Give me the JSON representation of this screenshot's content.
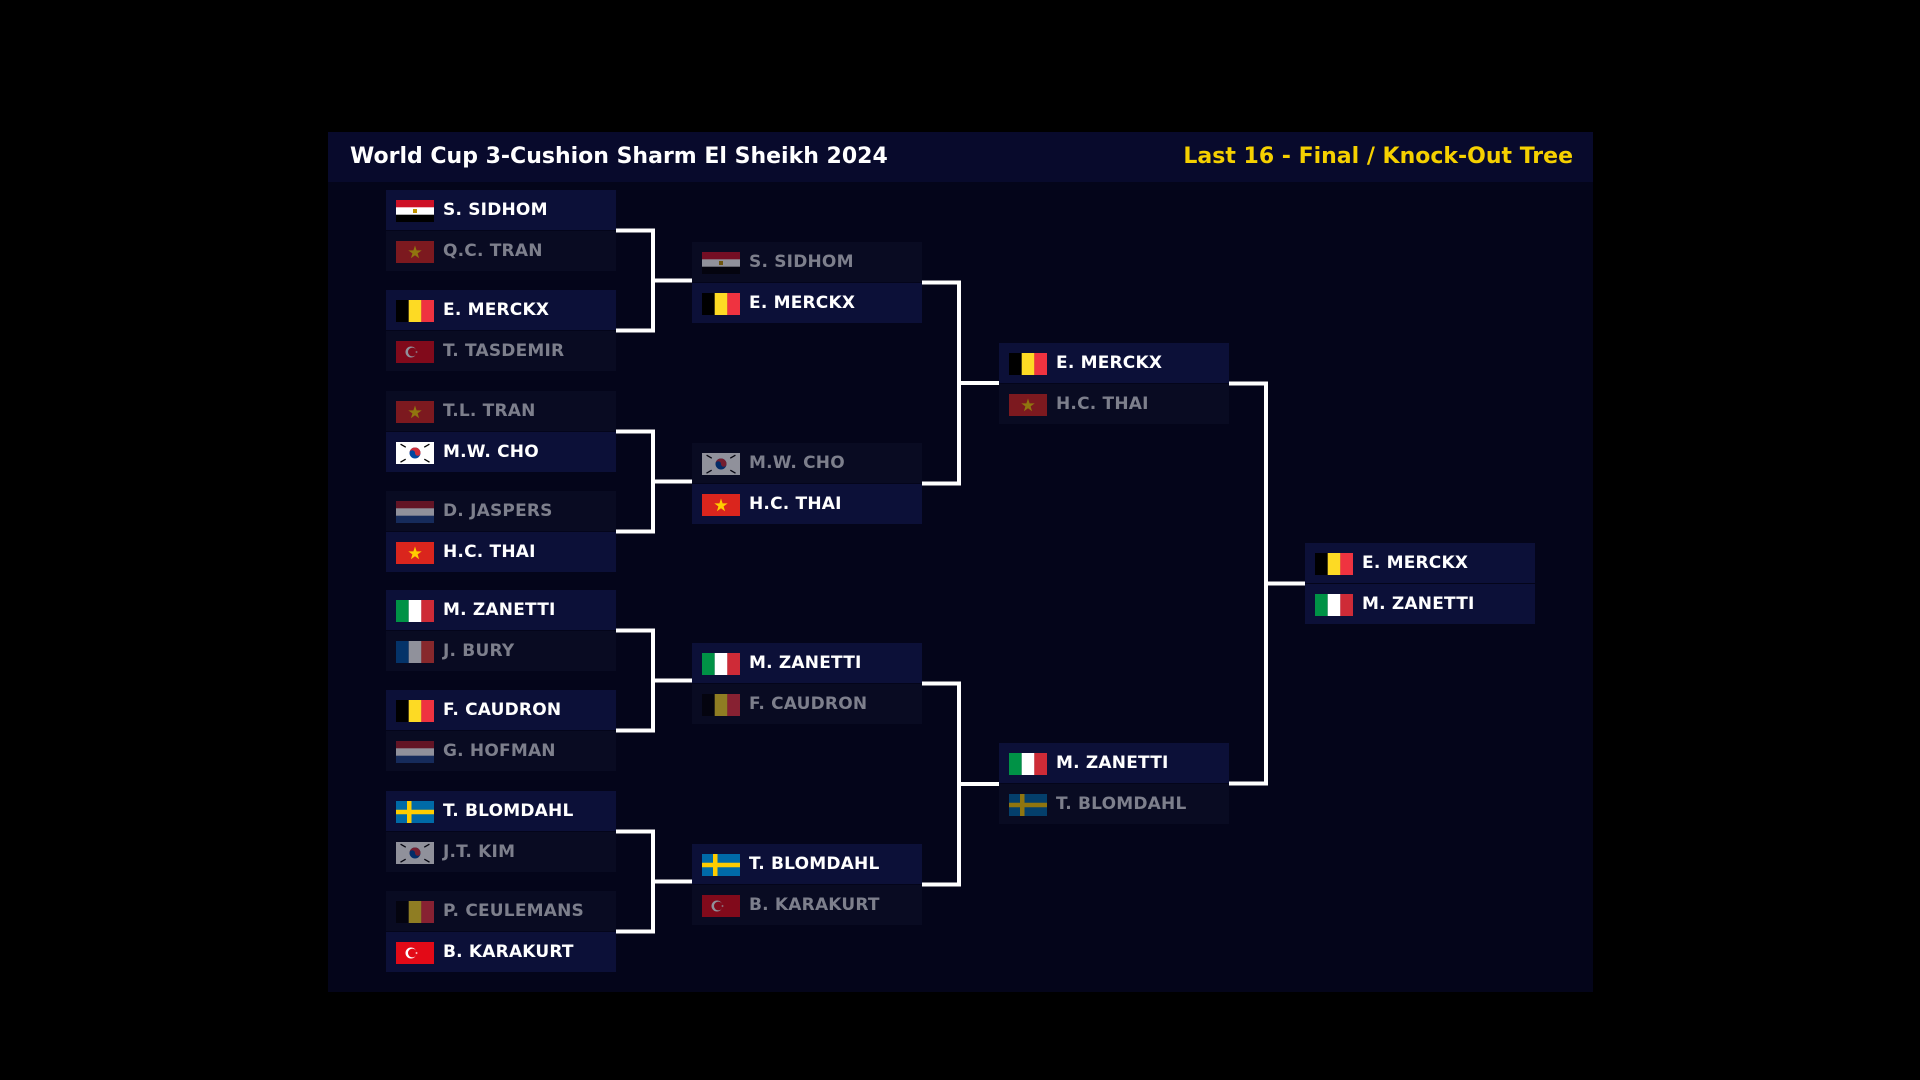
{
  "header": {
    "title": "World Cup 3-Cushion Sharm El Sheikh 2024",
    "subtitle": "Last 16 - Final  /  Knock-Out Tree"
  },
  "bracket": {
    "round_of_16": [
      {
        "top": {
          "name": "S. SIDHOM",
          "flag": "egypt-flag",
          "winner": true
        },
        "bottom": {
          "name": "Q.C. TRAN",
          "flag": "vietnam-flag",
          "winner": false
        }
      },
      {
        "top": {
          "name": "E. MERCKX",
          "flag": "belgium-flag",
          "winner": true
        },
        "bottom": {
          "name": "T. TASDEMIR",
          "flag": "turkey-flag",
          "winner": false
        }
      },
      {
        "top": {
          "name": "T.L. TRAN",
          "flag": "vietnam-flag",
          "winner": false
        },
        "bottom": {
          "name": "M.W. CHO",
          "flag": "korea-flag",
          "winner": true
        }
      },
      {
        "top": {
          "name": "D. JASPERS",
          "flag": "netherlands-flag",
          "winner": false
        },
        "bottom": {
          "name": "H.C. THAI",
          "flag": "vietnam-flag",
          "winner": true
        }
      },
      {
        "top": {
          "name": "M. ZANETTI",
          "flag": "italy-flag",
          "winner": true
        },
        "bottom": {
          "name": "J. BURY",
          "flag": "france-flag",
          "winner": false
        }
      },
      {
        "top": {
          "name": "F. CAUDRON",
          "flag": "belgium-flag",
          "winner": true
        },
        "bottom": {
          "name": "G. HOFMAN",
          "flag": "netherlands-flag",
          "winner": false
        }
      },
      {
        "top": {
          "name": "T. BLOMDAHL",
          "flag": "sweden-flag",
          "winner": true
        },
        "bottom": {
          "name": "J.T. KIM",
          "flag": "korea-flag",
          "winner": false
        }
      },
      {
        "top": {
          "name": "P. CEULEMANS",
          "flag": "belgium-flag",
          "winner": false
        },
        "bottom": {
          "name": "B. KARAKURT",
          "flag": "turkey-flag",
          "winner": true
        }
      }
    ],
    "quarterfinals": [
      {
        "top": {
          "name": "S. SIDHOM",
          "flag": "egypt-flag",
          "winner": false
        },
        "bottom": {
          "name": "E. MERCKX",
          "flag": "belgium-flag",
          "winner": true
        }
      },
      {
        "top": {
          "name": "M.W. CHO",
          "flag": "korea-flag",
          "winner": false
        },
        "bottom": {
          "name": "H.C. THAI",
          "flag": "vietnam-flag",
          "winner": true
        }
      },
      {
        "top": {
          "name": "M. ZANETTI",
          "flag": "italy-flag",
          "winner": true
        },
        "bottom": {
          "name": "F. CAUDRON",
          "flag": "belgium-flag",
          "winner": false
        }
      },
      {
        "top": {
          "name": "T. BLOMDAHL",
          "flag": "sweden-flag",
          "winner": true
        },
        "bottom": {
          "name": "B. KARAKURT",
          "flag": "turkey-flag",
          "winner": false
        }
      }
    ],
    "semifinals": [
      {
        "top": {
          "name": "E. MERCKX",
          "flag": "belgium-flag",
          "winner": true
        },
        "bottom": {
          "name": "H.C. THAI",
          "flag": "vietnam-flag",
          "winner": false
        }
      },
      {
        "top": {
          "name": "M. ZANETTI",
          "flag": "italy-flag",
          "winner": true
        },
        "bottom": {
          "name": "T. BLOMDAHL",
          "flag": "sweden-flag",
          "winner": false
        }
      }
    ],
    "final": [
      {
        "top": {
          "name": "E. MERCKX",
          "flag": "belgium-flag",
          "winner": true
        },
        "bottom": {
          "name": "M. ZANETTI",
          "flag": "italy-flag",
          "winner": true
        }
      }
    ]
  }
}
